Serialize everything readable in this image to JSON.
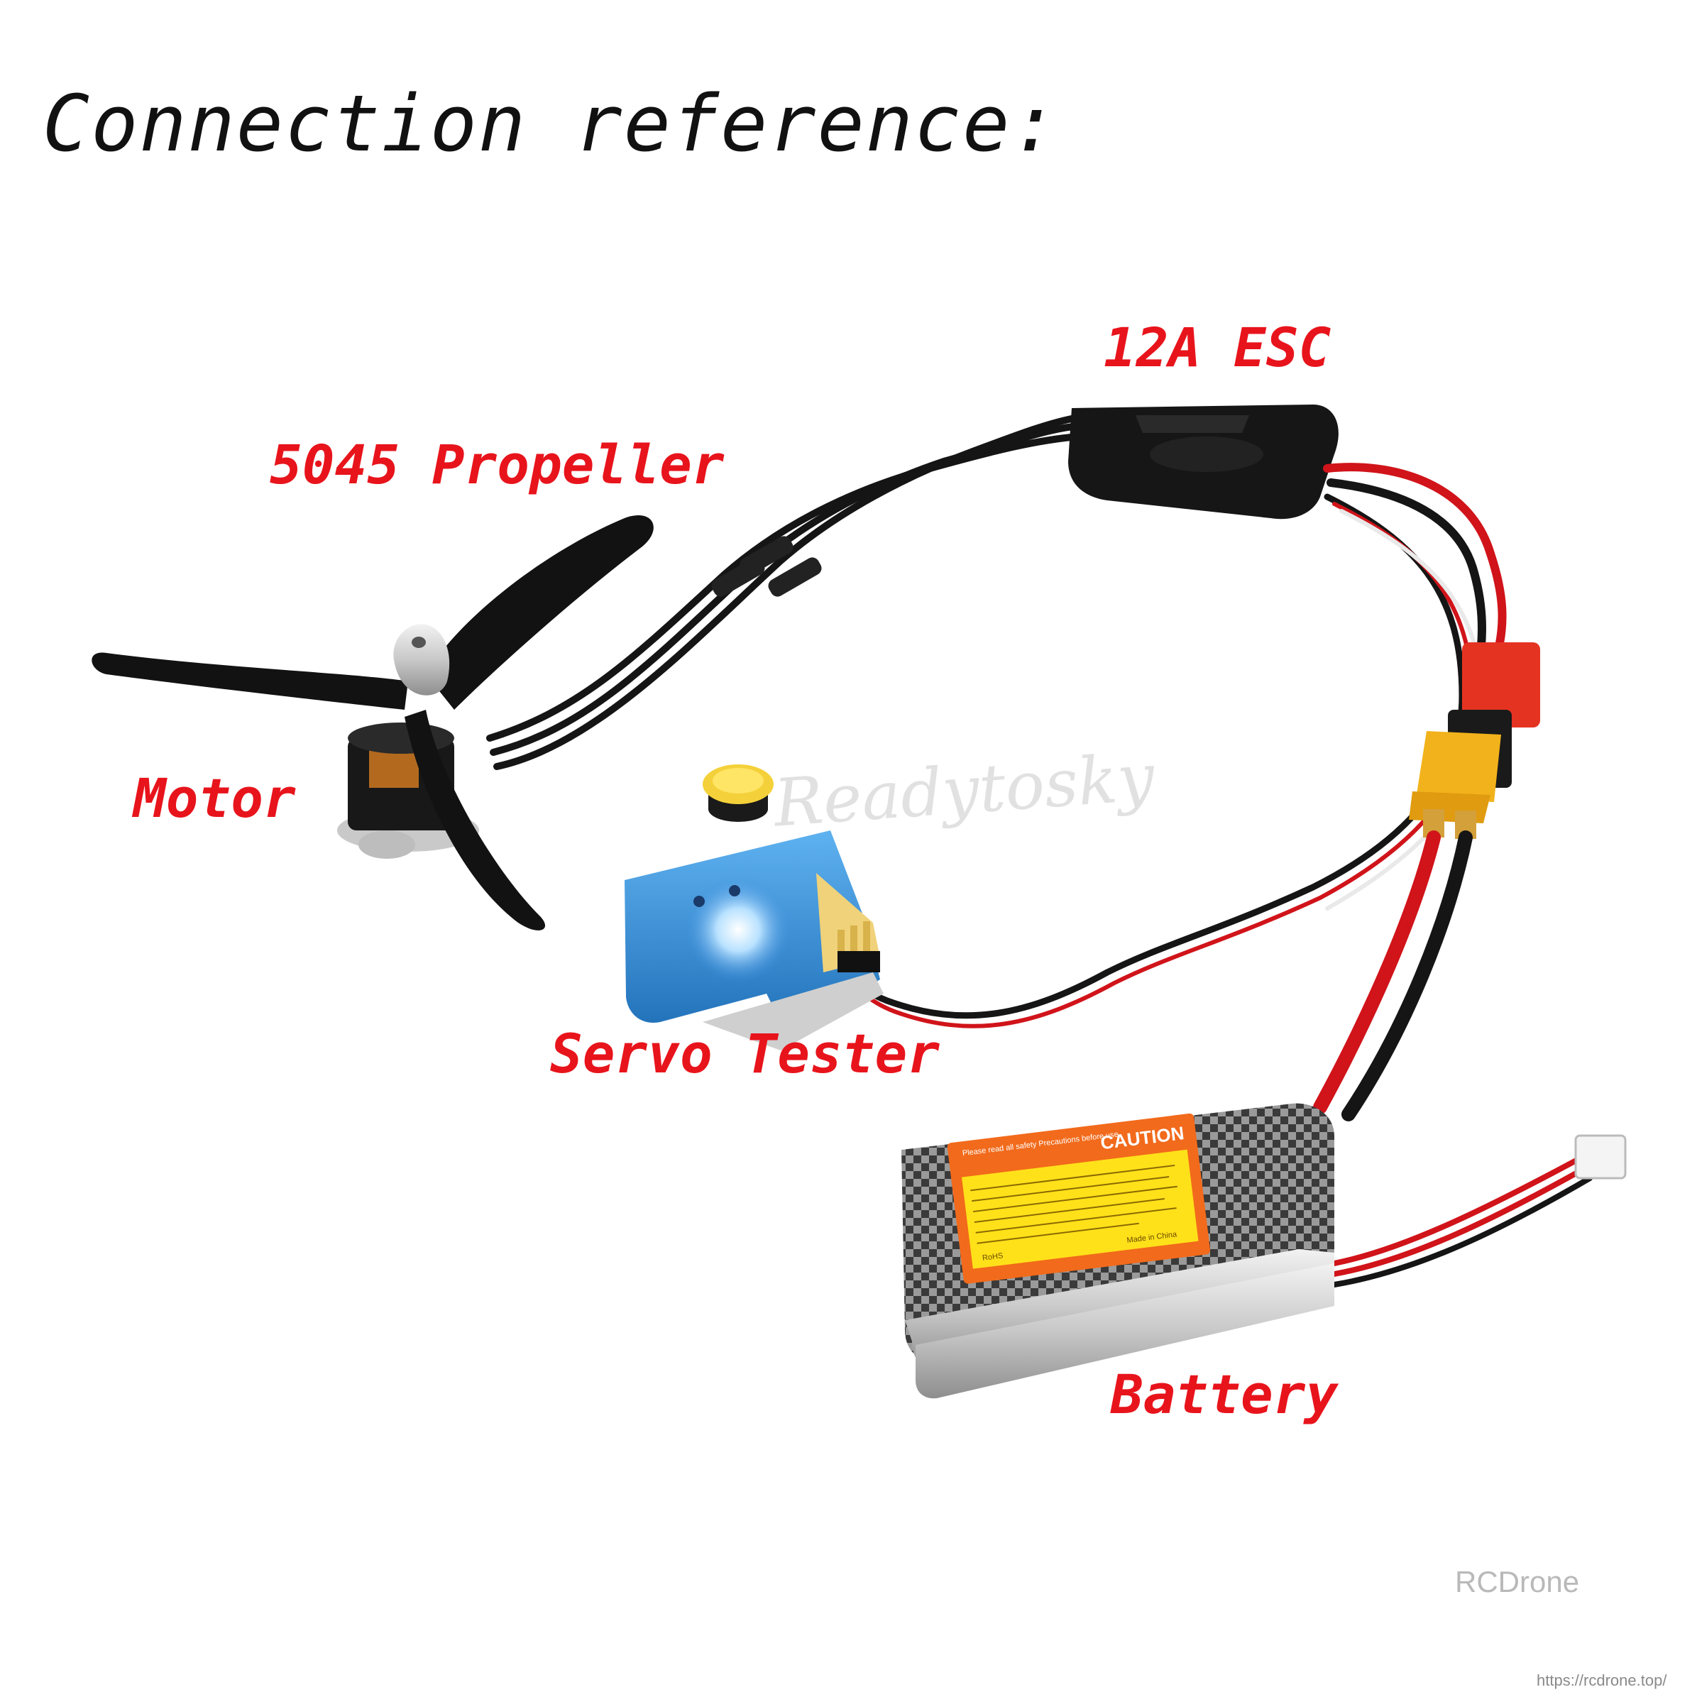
{
  "title": "Connection reference:",
  "labels": {
    "propeller": "5045 Propeller",
    "esc": "12A ESC",
    "motor": "Motor",
    "servo_tester": "Servo Tester",
    "battery": "Battery"
  },
  "battery_sticker": {
    "caution": "CAUTION",
    "header": "Please read all safety Precautions before use",
    "made_in": "Made in China",
    "rohs": "RoHS"
  },
  "watermark": "Readytosky",
  "brand": "RCDrone",
  "url": "https://rcdrone.top/",
  "colors": {
    "label_red": "#e8141c",
    "wire_red": "#d0141a",
    "wire_black": "#151515",
    "servo_blue": "#2f8ad8",
    "connector_yellow": "#f2b21b",
    "sticker_orange": "#f26a1b",
    "sticker_yellow": "#ffe11a"
  },
  "icons": {
    "propeller": "propeller-icon",
    "motor": "motor-icon",
    "esc": "esc-icon",
    "servo_tester": "servo-tester-icon",
    "battery": "battery-icon",
    "connector": "xt60-connector-icon"
  }
}
